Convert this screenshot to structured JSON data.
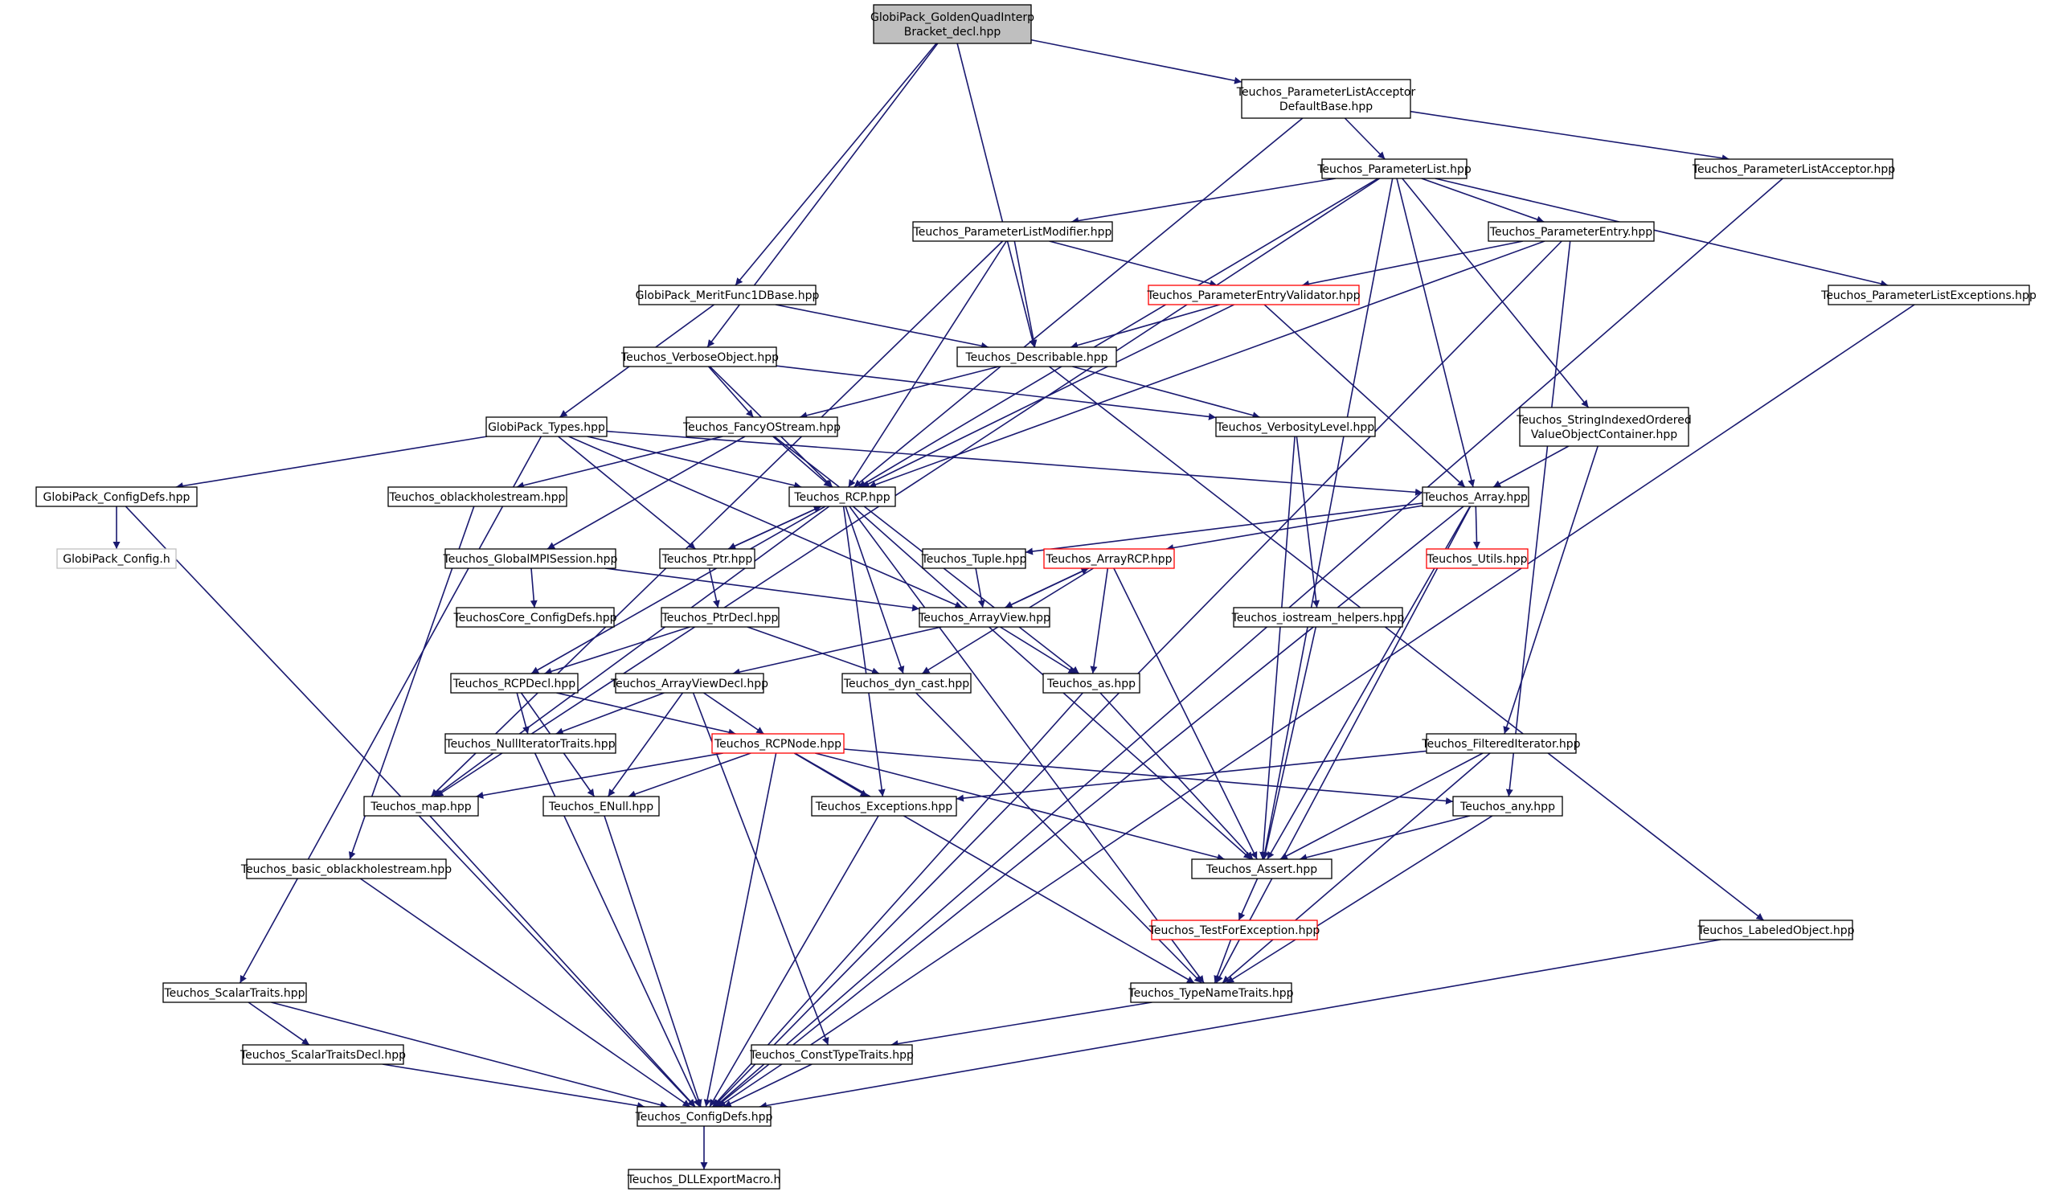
{
  "diagram": {
    "nodes": [
      {
        "id": "root",
        "lines": [
          "GlobiPack_GoldenQuadInterp",
          "Bracket_decl.hpp"
        ],
        "style": "root"
      },
      {
        "id": "plad",
        "lines": [
          "Teuchos_ParameterListAcceptor",
          "DefaultBase.hpp"
        ],
        "style": "normal"
      },
      {
        "id": "pl",
        "lines": [
          "Teuchos_ParameterList.hpp"
        ],
        "style": "normal"
      },
      {
        "id": "pla",
        "lines": [
          "Teuchos_ParameterListAcceptor.hpp"
        ],
        "style": "normal"
      },
      {
        "id": "plm",
        "lines": [
          "Teuchos_ParameterListModifier.hpp"
        ],
        "style": "normal"
      },
      {
        "id": "pe",
        "lines": [
          "Teuchos_ParameterEntry.hpp"
        ],
        "style": "normal"
      },
      {
        "id": "mf",
        "lines": [
          "GlobiPack_MeritFunc1DBase.hpp"
        ],
        "style": "normal"
      },
      {
        "id": "pev",
        "lines": [
          "Teuchos_ParameterEntryValidator.hpp"
        ],
        "style": "red"
      },
      {
        "id": "ple",
        "lines": [
          "Teuchos_ParameterListExceptions.hpp"
        ],
        "style": "normal"
      },
      {
        "id": "vo",
        "lines": [
          "Teuchos_VerboseObject.hpp"
        ],
        "style": "normal"
      },
      {
        "id": "desc",
        "lines": [
          "Teuchos_Describable.hpp"
        ],
        "style": "normal"
      },
      {
        "id": "gt",
        "lines": [
          "GlobiPack_Types.hpp"
        ],
        "style": "normal"
      },
      {
        "id": "fos",
        "lines": [
          "Teuchos_FancyOStream.hpp"
        ],
        "style": "normal"
      },
      {
        "id": "vl",
        "lines": [
          "Teuchos_VerbosityLevel.hpp"
        ],
        "style": "normal"
      },
      {
        "id": "sio",
        "lines": [
          "Teuchos_StringIndexedOrdered",
          "ValueObjectContainer.hpp"
        ],
        "style": "normal"
      },
      {
        "id": "gcd",
        "lines": [
          "GlobiPack_ConfigDefs.hpp"
        ],
        "style": "normal"
      },
      {
        "id": "obhs",
        "lines": [
          "Teuchos_oblackholestream.hpp"
        ],
        "style": "normal"
      },
      {
        "id": "rcp",
        "lines": [
          "Teuchos_RCP.hpp"
        ],
        "style": "normal"
      },
      {
        "id": "arr",
        "lines": [
          "Teuchos_Array.hpp"
        ],
        "style": "normal"
      },
      {
        "id": "gc",
        "lines": [
          "GlobiPack_Config.h"
        ],
        "style": "gray"
      },
      {
        "id": "gmpi",
        "lines": [
          "Teuchos_GlobalMPISession.hpp"
        ],
        "style": "normal"
      },
      {
        "id": "ptr",
        "lines": [
          "Teuchos_Ptr.hpp"
        ],
        "style": "normal"
      },
      {
        "id": "tup",
        "lines": [
          "Teuchos_Tuple.hpp"
        ],
        "style": "normal"
      },
      {
        "id": "arcp",
        "lines": [
          "Teuchos_ArrayRCP.hpp"
        ],
        "style": "red"
      },
      {
        "id": "utils",
        "lines": [
          "Teuchos_Utils.hpp"
        ],
        "style": "red"
      },
      {
        "id": "tccd",
        "lines": [
          "TeuchosCore_ConfigDefs.hpp"
        ],
        "style": "normal"
      },
      {
        "id": "ptrd",
        "lines": [
          "Teuchos_PtrDecl.hpp"
        ],
        "style": "normal"
      },
      {
        "id": "av",
        "lines": [
          "Teuchos_ArrayView.hpp"
        ],
        "style": "normal"
      },
      {
        "id": "ioh",
        "lines": [
          "Teuchos_iostream_helpers.hpp"
        ],
        "style": "normal"
      },
      {
        "id": "rcpd",
        "lines": [
          "Teuchos_RCPDecl.hpp"
        ],
        "style": "normal"
      },
      {
        "id": "avd",
        "lines": [
          "Teuchos_ArrayViewDecl.hpp"
        ],
        "style": "normal"
      },
      {
        "id": "dyn",
        "lines": [
          "Teuchos_dyn_cast.hpp"
        ],
        "style": "normal"
      },
      {
        "id": "as",
        "lines": [
          "Teuchos_as.hpp"
        ],
        "style": "normal"
      },
      {
        "id": "nit",
        "lines": [
          "Teuchos_NullIteratorTraits.hpp"
        ],
        "style": "normal"
      },
      {
        "id": "rcpn",
        "lines": [
          "Teuchos_RCPNode.hpp"
        ],
        "style": "red"
      },
      {
        "id": "fit",
        "lines": [
          "Teuchos_FilteredIterator.hpp"
        ],
        "style": "normal"
      },
      {
        "id": "map",
        "lines": [
          "Teuchos_map.hpp"
        ],
        "style": "normal"
      },
      {
        "id": "enull",
        "lines": [
          "Teuchos_ENull.hpp"
        ],
        "style": "normal"
      },
      {
        "id": "exc",
        "lines": [
          "Teuchos_Exceptions.hpp"
        ],
        "style": "normal"
      },
      {
        "id": "any",
        "lines": [
          "Teuchos_any.hpp"
        ],
        "style": "normal"
      },
      {
        "id": "bobhs",
        "lines": [
          "Teuchos_basic_oblackholestream.hpp"
        ],
        "style": "normal"
      },
      {
        "id": "asrt",
        "lines": [
          "Teuchos_Assert.hpp"
        ],
        "style": "normal"
      },
      {
        "id": "tfe",
        "lines": [
          "Teuchos_TestForException.hpp"
        ],
        "style": "red"
      },
      {
        "id": "lo",
        "lines": [
          "Teuchos_LabeledObject.hpp"
        ],
        "style": "normal"
      },
      {
        "id": "st",
        "lines": [
          "Teuchos_ScalarTraits.hpp"
        ],
        "style": "normal"
      },
      {
        "id": "tnt",
        "lines": [
          "Teuchos_TypeNameTraits.hpp"
        ],
        "style": "normal"
      },
      {
        "id": "std",
        "lines": [
          "Teuchos_ScalarTraitsDecl.hpp"
        ],
        "style": "normal"
      },
      {
        "id": "ctt",
        "lines": [
          "Teuchos_ConstTypeTraits.hpp"
        ],
        "style": "normal"
      },
      {
        "id": "cd",
        "lines": [
          "Teuchos_ConfigDefs.hpp"
        ],
        "style": "normal"
      },
      {
        "id": "dll",
        "lines": [
          "Teuchos_DLLExportMacro.h"
        ],
        "style": "normal"
      }
    ],
    "edges": [
      [
        "root",
        "plad"
      ],
      [
        "root",
        "mf"
      ],
      [
        "root",
        "vo"
      ],
      [
        "root",
        "desc"
      ],
      [
        "plad",
        "pl"
      ],
      [
        "plad",
        "pla"
      ],
      [
        "plad",
        "rcp"
      ],
      [
        "pla",
        "cd"
      ],
      [
        "pl",
        "plm"
      ],
      [
        "pl",
        "pe"
      ],
      [
        "pl",
        "ple"
      ],
      [
        "pl",
        "sio"
      ],
      [
        "pl",
        "arr"
      ],
      [
        "pl",
        "rcp"
      ],
      [
        "pl",
        "map"
      ],
      [
        "pl",
        "asrt"
      ],
      [
        "plm",
        "pev"
      ],
      [
        "plm",
        "desc"
      ],
      [
        "plm",
        "rcp"
      ],
      [
        "plm",
        "map"
      ],
      [
        "pe",
        "pev"
      ],
      [
        "pe",
        "rcp"
      ],
      [
        "pe",
        "any"
      ],
      [
        "pe",
        "cd"
      ],
      [
        "pev",
        "desc"
      ],
      [
        "pev",
        "rcp"
      ],
      [
        "pev",
        "arr"
      ],
      [
        "ple",
        "cd"
      ],
      [
        "mf",
        "desc"
      ],
      [
        "mf",
        "gt"
      ],
      [
        "vo",
        "fos"
      ],
      [
        "vo",
        "vl"
      ],
      [
        "vo",
        "rcp"
      ],
      [
        "desc",
        "fos"
      ],
      [
        "desc",
        "vl"
      ],
      [
        "desc",
        "lo"
      ],
      [
        "gt",
        "gcd"
      ],
      [
        "gt",
        "rcp"
      ],
      [
        "gt",
        "ptr"
      ],
      [
        "gt",
        "av"
      ],
      [
        "gt",
        "arr"
      ],
      [
        "gt",
        "st"
      ],
      [
        "fos",
        "obhs"
      ],
      [
        "fos",
        "gmpi"
      ],
      [
        "fos",
        "rcp"
      ],
      [
        "fos",
        "as"
      ],
      [
        "vl",
        "ioh"
      ],
      [
        "vl",
        "asrt"
      ],
      [
        "sio",
        "arr"
      ],
      [
        "sio",
        "fit"
      ],
      [
        "gcd",
        "gc"
      ],
      [
        "gcd",
        "cd"
      ],
      [
        "obhs",
        "bobhs"
      ],
      [
        "rcp",
        "ptr"
      ],
      [
        "rcp",
        "rcpd"
      ],
      [
        "rcp",
        "map"
      ],
      [
        "rcp",
        "dyn"
      ],
      [
        "rcp",
        "exc"
      ],
      [
        "rcp",
        "asrt"
      ],
      [
        "rcp",
        "tnt"
      ],
      [
        "arr",
        "tup"
      ],
      [
        "arr",
        "arcp"
      ],
      [
        "arr",
        "utils"
      ],
      [
        "arr",
        "asrt"
      ],
      [
        "arr",
        "tnt"
      ],
      [
        "arr",
        "cd"
      ],
      [
        "gmpi",
        "tccd"
      ],
      [
        "gmpi",
        "av"
      ],
      [
        "ptr",
        "rcp"
      ],
      [
        "ptr",
        "ptrd"
      ],
      [
        "tup",
        "av"
      ],
      [
        "arcp",
        "av"
      ],
      [
        "arcp",
        "dyn"
      ],
      [
        "arcp",
        "as"
      ],
      [
        "arcp",
        "asrt"
      ],
      [
        "ptrd",
        "rcpd"
      ],
      [
        "ptrd",
        "dyn"
      ],
      [
        "av",
        "arcp"
      ],
      [
        "av",
        "avd"
      ],
      [
        "av",
        "as"
      ],
      [
        "ioh",
        "asrt"
      ],
      [
        "rcpd",
        "nit"
      ],
      [
        "rcpd",
        "rcpn"
      ],
      [
        "rcpd",
        "enull"
      ],
      [
        "avd",
        "nit"
      ],
      [
        "avd",
        "rcpn"
      ],
      [
        "avd",
        "enull"
      ],
      [
        "avd",
        "ctt"
      ],
      [
        "dyn",
        "tnt"
      ],
      [
        "as",
        "asrt"
      ],
      [
        "as",
        "cd"
      ],
      [
        "nit",
        "cd"
      ],
      [
        "rcpn",
        "map"
      ],
      [
        "rcpn",
        "enull"
      ],
      [
        "rcpn",
        "exc"
      ],
      [
        "rcpn",
        "any"
      ],
      [
        "rcpn",
        "asrt"
      ],
      [
        "rcpn",
        "tnt"
      ],
      [
        "rcpn",
        "cd"
      ],
      [
        "fit",
        "exc"
      ],
      [
        "fit",
        "asrt"
      ],
      [
        "fit",
        "tnt"
      ],
      [
        "map",
        "cd"
      ],
      [
        "enull",
        "cd"
      ],
      [
        "exc",
        "cd"
      ],
      [
        "any",
        "asrt"
      ],
      [
        "any",
        "tnt"
      ],
      [
        "bobhs",
        "cd"
      ],
      [
        "asrt",
        "tfe"
      ],
      [
        "tfe",
        "tnt"
      ],
      [
        "lo",
        "cd"
      ],
      [
        "st",
        "std"
      ],
      [
        "st",
        "cd"
      ],
      [
        "tnt",
        "ctt"
      ],
      [
        "std",
        "cd"
      ],
      [
        "ctt",
        "cd"
      ],
      [
        "cd",
        "dll"
      ]
    ],
    "colors": {
      "edge": "#191970",
      "node_border": "#000000",
      "node_fill": "#ffffff",
      "root_fill": "#bfbfbf",
      "red_border": "#ff0000",
      "gray_border": "#bfbfbf",
      "gray_text": "#808080"
    }
  }
}
